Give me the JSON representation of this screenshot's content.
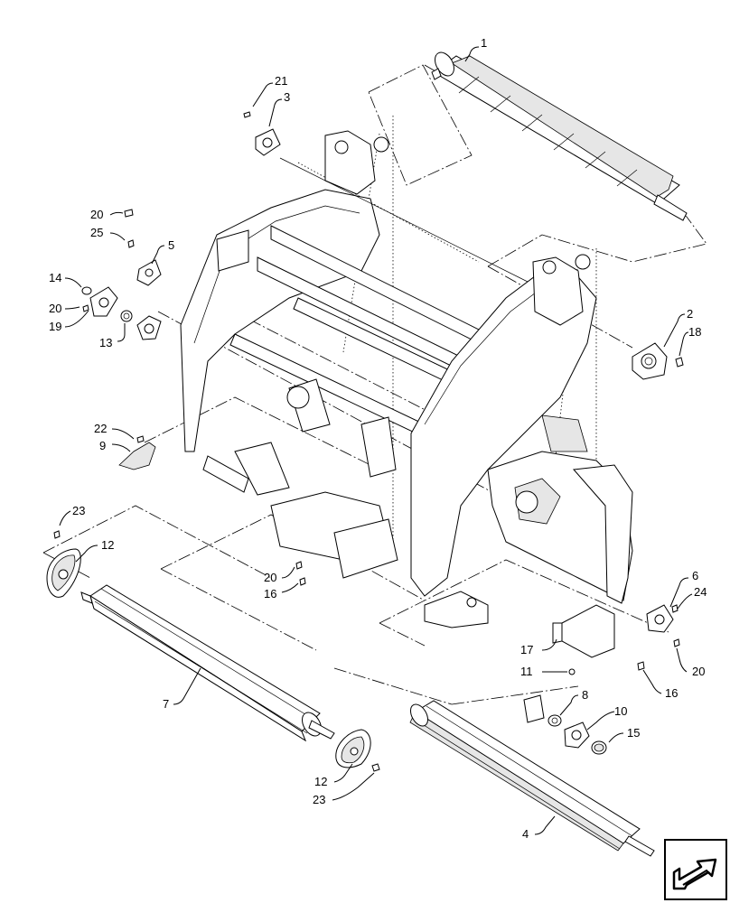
{
  "callouts": [
    {
      "id": "c1",
      "text": "1"
    },
    {
      "id": "c21a",
      "text": "21"
    },
    {
      "id": "c3",
      "text": "3"
    },
    {
      "id": "c20a",
      "text": "20"
    },
    {
      "id": "c25",
      "text": "25"
    },
    {
      "id": "c5",
      "text": "5"
    },
    {
      "id": "c14",
      "text": "14"
    },
    {
      "id": "c20b",
      "text": "20"
    },
    {
      "id": "c19",
      "text": "19"
    },
    {
      "id": "c13",
      "text": "13"
    },
    {
      "id": "c2",
      "text": "2"
    },
    {
      "id": "c18",
      "text": "18"
    },
    {
      "id": "c22",
      "text": "22"
    },
    {
      "id": "c9",
      "text": "9"
    },
    {
      "id": "c23a",
      "text": "23"
    },
    {
      "id": "c12a",
      "text": "12"
    },
    {
      "id": "c20c",
      "text": "20"
    },
    {
      "id": "c16a",
      "text": "16"
    },
    {
      "id": "c6",
      "text": "6"
    },
    {
      "id": "c24",
      "text": "24"
    },
    {
      "id": "c17",
      "text": "17"
    },
    {
      "id": "c11",
      "text": "11"
    },
    {
      "id": "c16b",
      "text": "16"
    },
    {
      "id": "c20d",
      "text": "20"
    },
    {
      "id": "c7",
      "text": "7"
    },
    {
      "id": "c8",
      "text": "8"
    },
    {
      "id": "c10",
      "text": "10"
    },
    {
      "id": "c15",
      "text": "15"
    },
    {
      "id": "c12b",
      "text": "12"
    },
    {
      "id": "c23b",
      "text": "23"
    },
    {
      "id": "c4",
      "text": "4"
    }
  ],
  "nav_icon": "page-turn-arrow-icon"
}
